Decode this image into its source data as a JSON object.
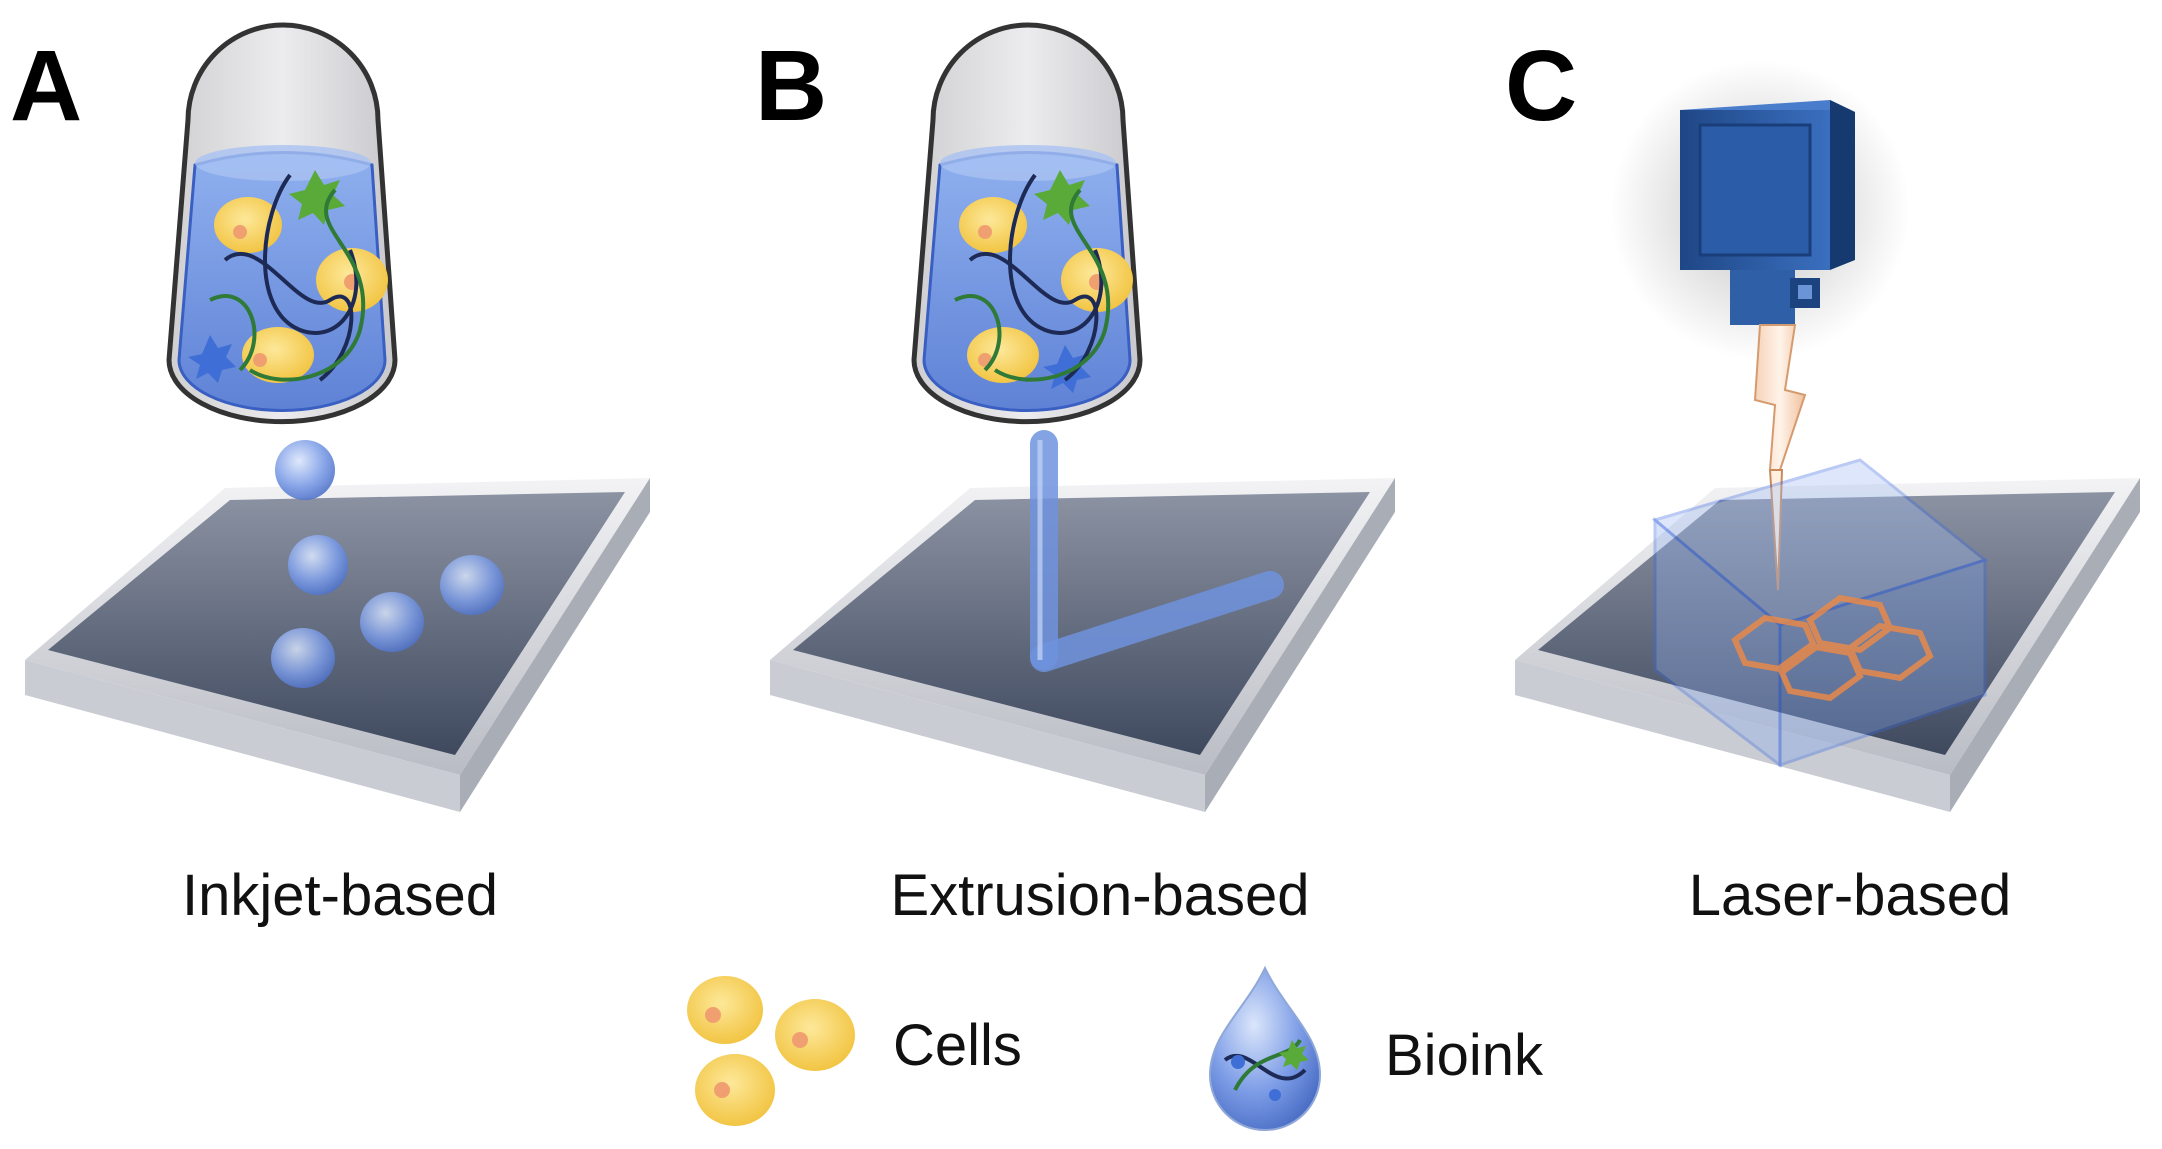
{
  "panels": [
    {
      "letter": "A",
      "caption": "Inkjet-based"
    },
    {
      "letter": "B",
      "caption": "Extrusion-based"
    },
    {
      "letter": "C",
      "caption": "Laser-based"
    }
  ],
  "legend": {
    "cells_label": "Cells",
    "bioink_label": "Bioink"
  },
  "colors": {
    "bioink_blue": "#6f93de",
    "cell_yellow": "#f7cf55",
    "nucleus": "#f0a070",
    "star_green": "#5aaa3a",
    "star_blue": "#3f6fd6",
    "plate_dark": "#4f5a70",
    "laser_head": "#2f5fa6",
    "scaffold_orange": "#e8894a"
  },
  "icons": [
    "cartridge-icon",
    "droplet-icon",
    "filament-icon",
    "laser-head-icon",
    "laser-beam-icon",
    "scaffold-icon",
    "cells-icon",
    "bioink-drop-icon"
  ]
}
